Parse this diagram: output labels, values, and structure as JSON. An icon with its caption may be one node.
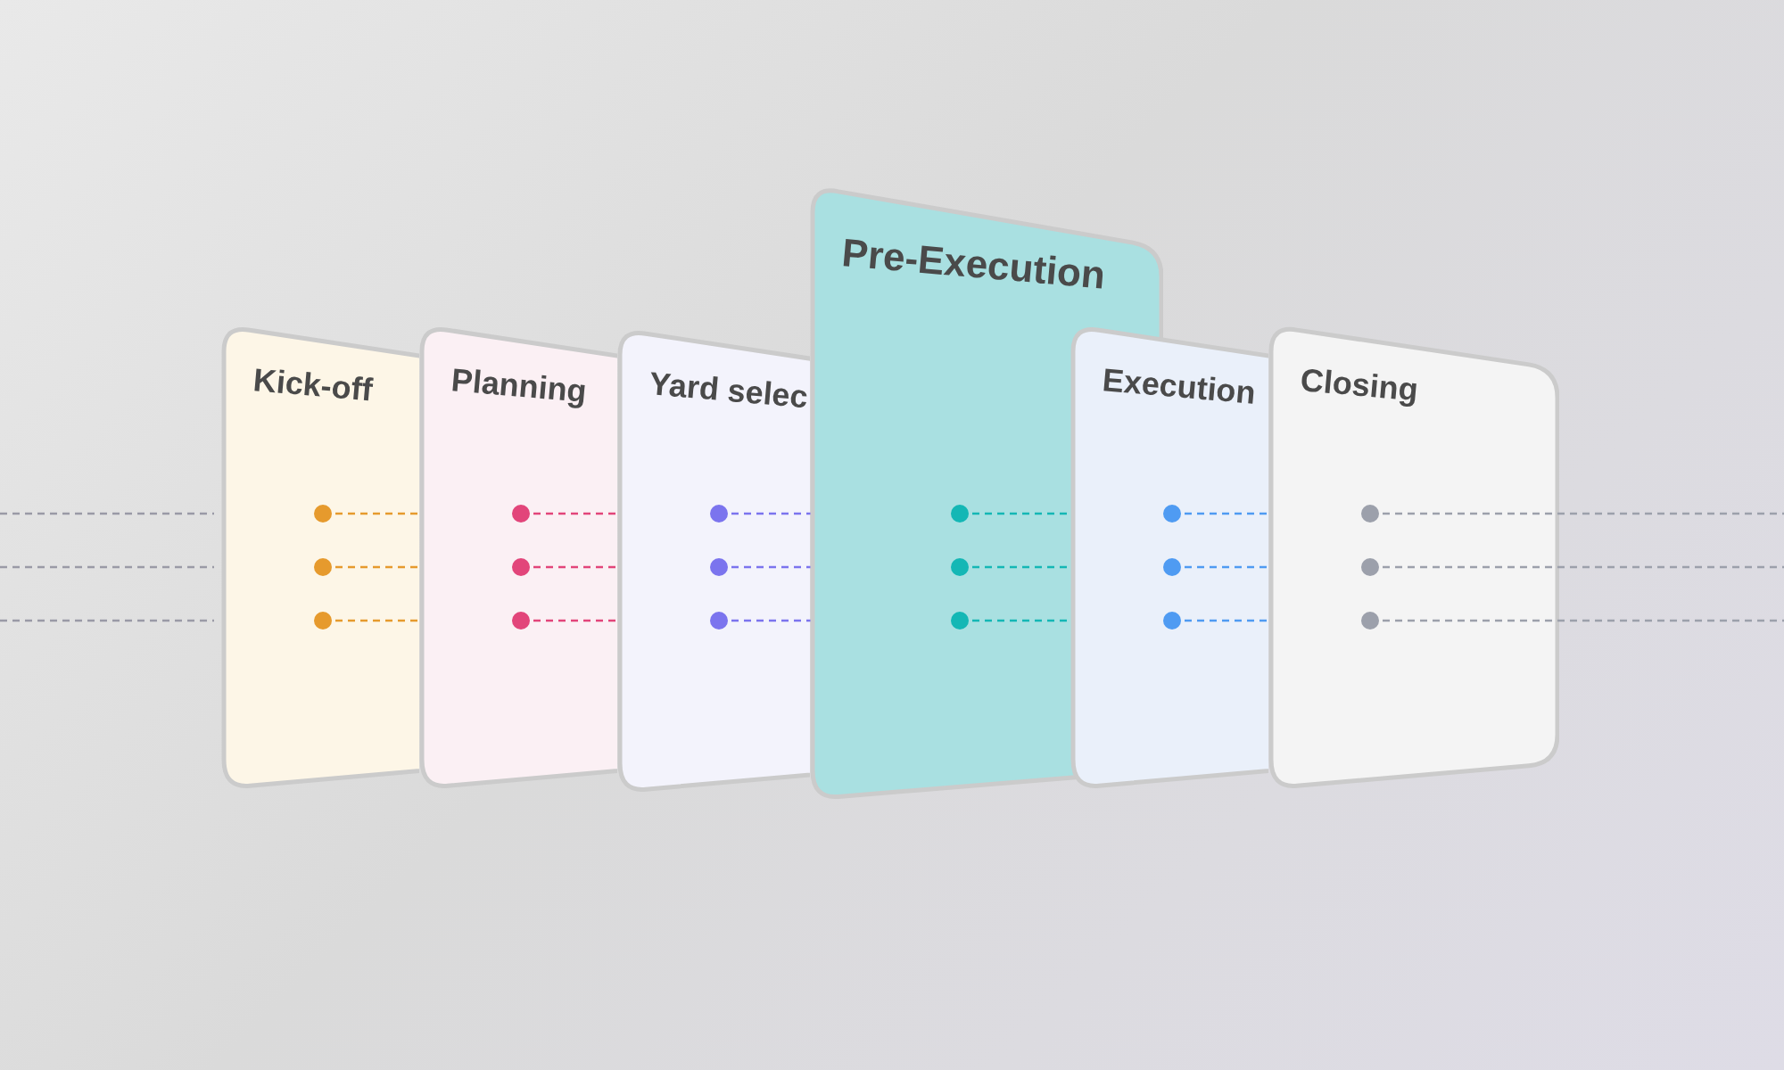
{
  "diagram": {
    "nodes": [
      {
        "text": [
          "Kick-off"
        ]
      },
      {
        "text": [
          "Planning"
        ]
      },
      {
        "text": [
          "Yard selec"
        ]
      },
      {
        "text": [
          "Pre-Execution"
        ]
      },
      {
        "text": [
          "Execution"
        ]
      },
      {
        "text": [
          "Closing"
        ]
      }
    ]
  }
}
